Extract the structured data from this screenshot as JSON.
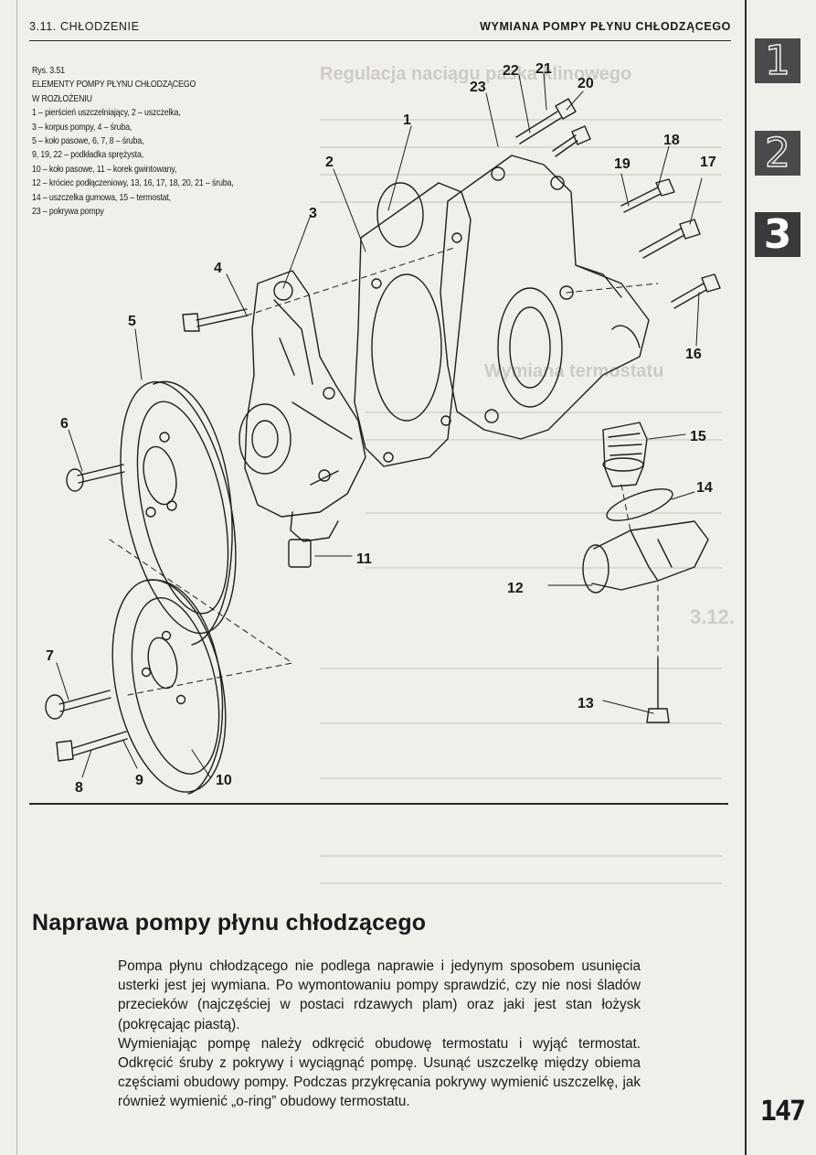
{
  "header": {
    "left": "3.11. CHŁODZENIE",
    "right": "WYMIANA POMPY PŁYNU CHŁODZĄCEGO"
  },
  "tabs": [
    "1",
    "2",
    "3"
  ],
  "figure": {
    "caption_lines": [
      "Rys. 3.51",
      "ELEMENTY POMPY PŁYNU CHŁODZĄCEGO",
      "W ROZŁOŻENIU",
      "1 – pierścień uszczelniający, 2 – uszczelka,",
      "3 – korpus pompy, 4 – śruba,",
      "5 – koło pasowe, 6, 7, 8 – śruba,",
      "9, 19, 22 – podkładka sprężysta,",
      "10 – koło pasowe, 11 – korek gwintowany,",
      "12 – króciec podłączeniowy, 13, 16, 17, 18, 20, 21 – śruba,",
      "14 – uszczelka gumowa, 15 – termostat,",
      "23 – pokrywa pompy"
    ],
    "labels": [
      "1",
      "2",
      "3",
      "4",
      "5",
      "6",
      "7",
      "8",
      "9",
      "10",
      "11",
      "12",
      "13",
      "14",
      "15",
      "16",
      "17",
      "18",
      "19",
      "20",
      "21",
      "22",
      "23"
    ]
  },
  "section": {
    "title": "Naprawa pompy płynu chłodzącego",
    "paragraphs": [
      "Pompa płynu chłodzącego nie podlega naprawie i jedynym sposobem usunięcia usterki jest jej wymiana. Po wymontowaniu pompy sprawdzić, czy nie nosi śladów przecieków (najczęściej w postaci rdzawych plam) oraz jaki jest stan łożysk (pokręcając piastą).",
      "Wymieniając pompę należy odkręcić obudowę termostatu i wyjąć termostat. Odkręcić śruby z pokrywy i wyciągnąć pompę. Usunąć uszczelkę między obiema częściami obudowy pompy. Podczas przykręcania pokrywy wymienić uszczelkę, jak również wymienić „o-ring” obudowy termostatu."
    ]
  },
  "page_number": "147"
}
